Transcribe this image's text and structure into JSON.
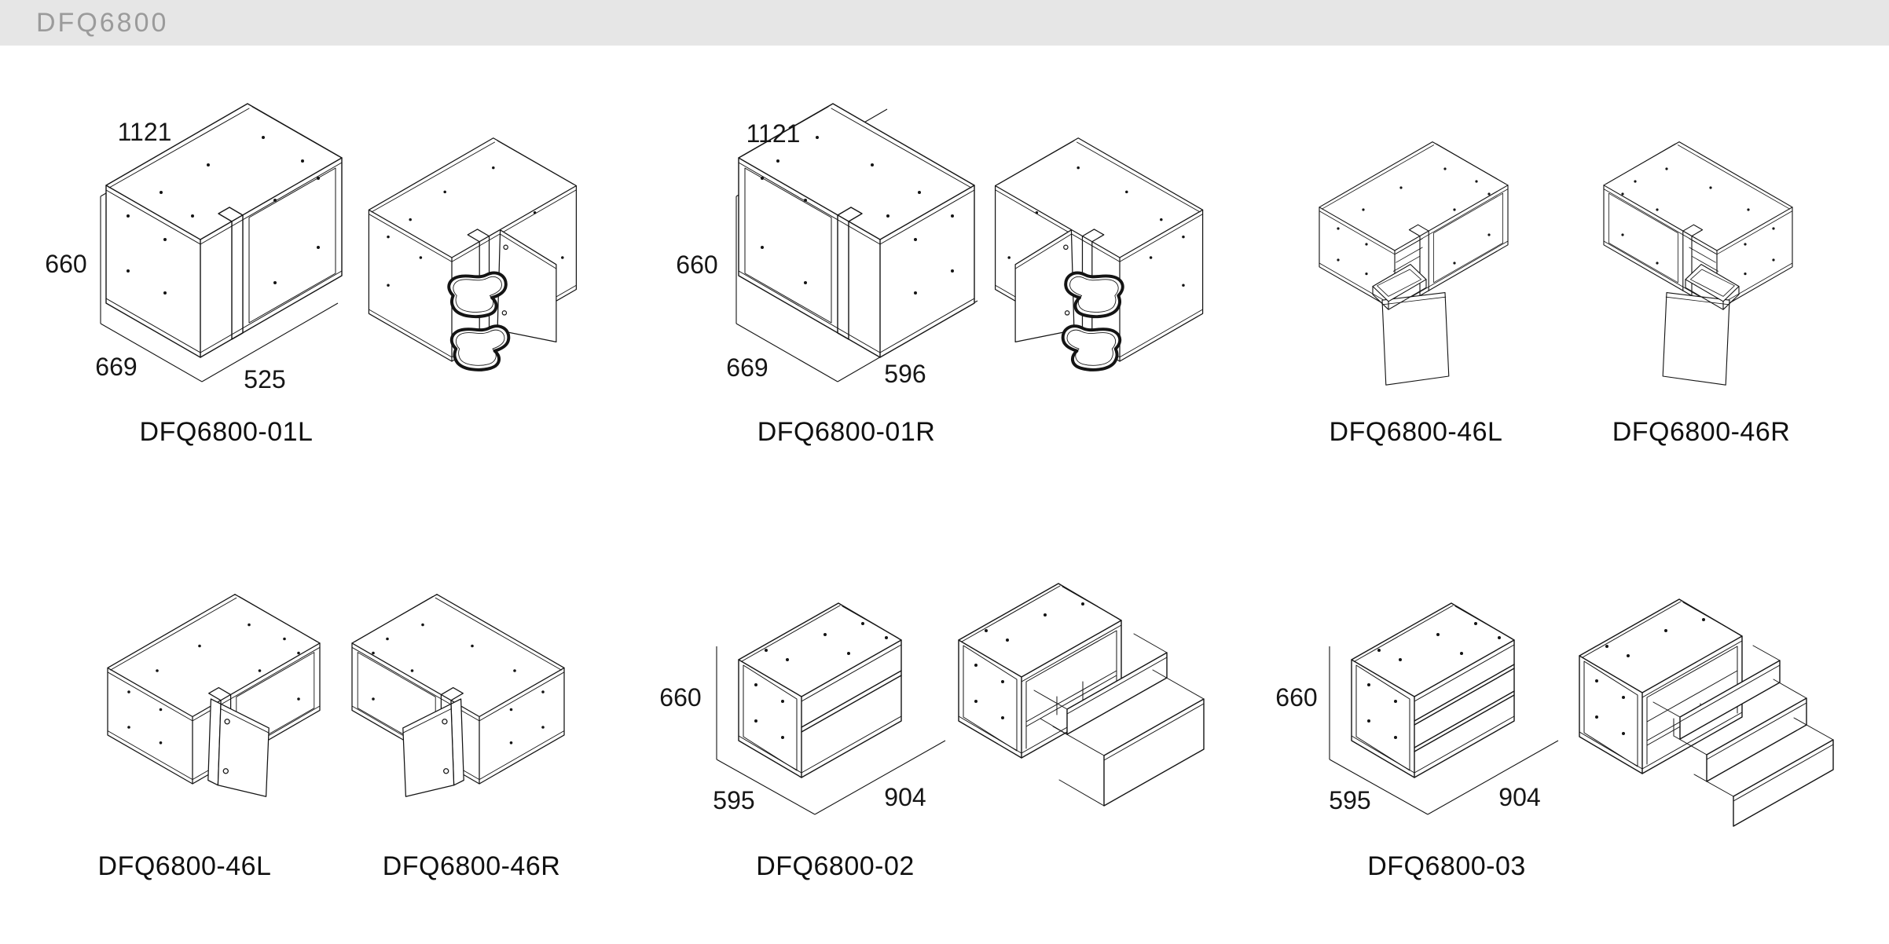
{
  "header": {
    "title": "DFQ6800"
  },
  "groups": [
    {
      "model": "DFQ6800-01L",
      "dims": {
        "width": "1121",
        "height": "660",
        "depth": "669",
        "front_width": "525"
      }
    },
    {
      "model": "DFQ6800-01R",
      "dims": {
        "width": "1121",
        "height": "660",
        "depth": "669",
        "front_width": "596"
      }
    },
    {
      "model": "DFQ6800-46L"
    },
    {
      "model": "DFQ6800-46R"
    },
    {
      "model": "DFQ6800-46L"
    },
    {
      "model": "DFQ6800-46R"
    },
    {
      "model": "DFQ6800-02",
      "dims": {
        "height": "660",
        "depth": "595",
        "width": "904"
      }
    },
    {
      "model": "DFQ6800-03",
      "dims": {
        "height": "660",
        "depth": "595",
        "width": "904"
      }
    }
  ]
}
